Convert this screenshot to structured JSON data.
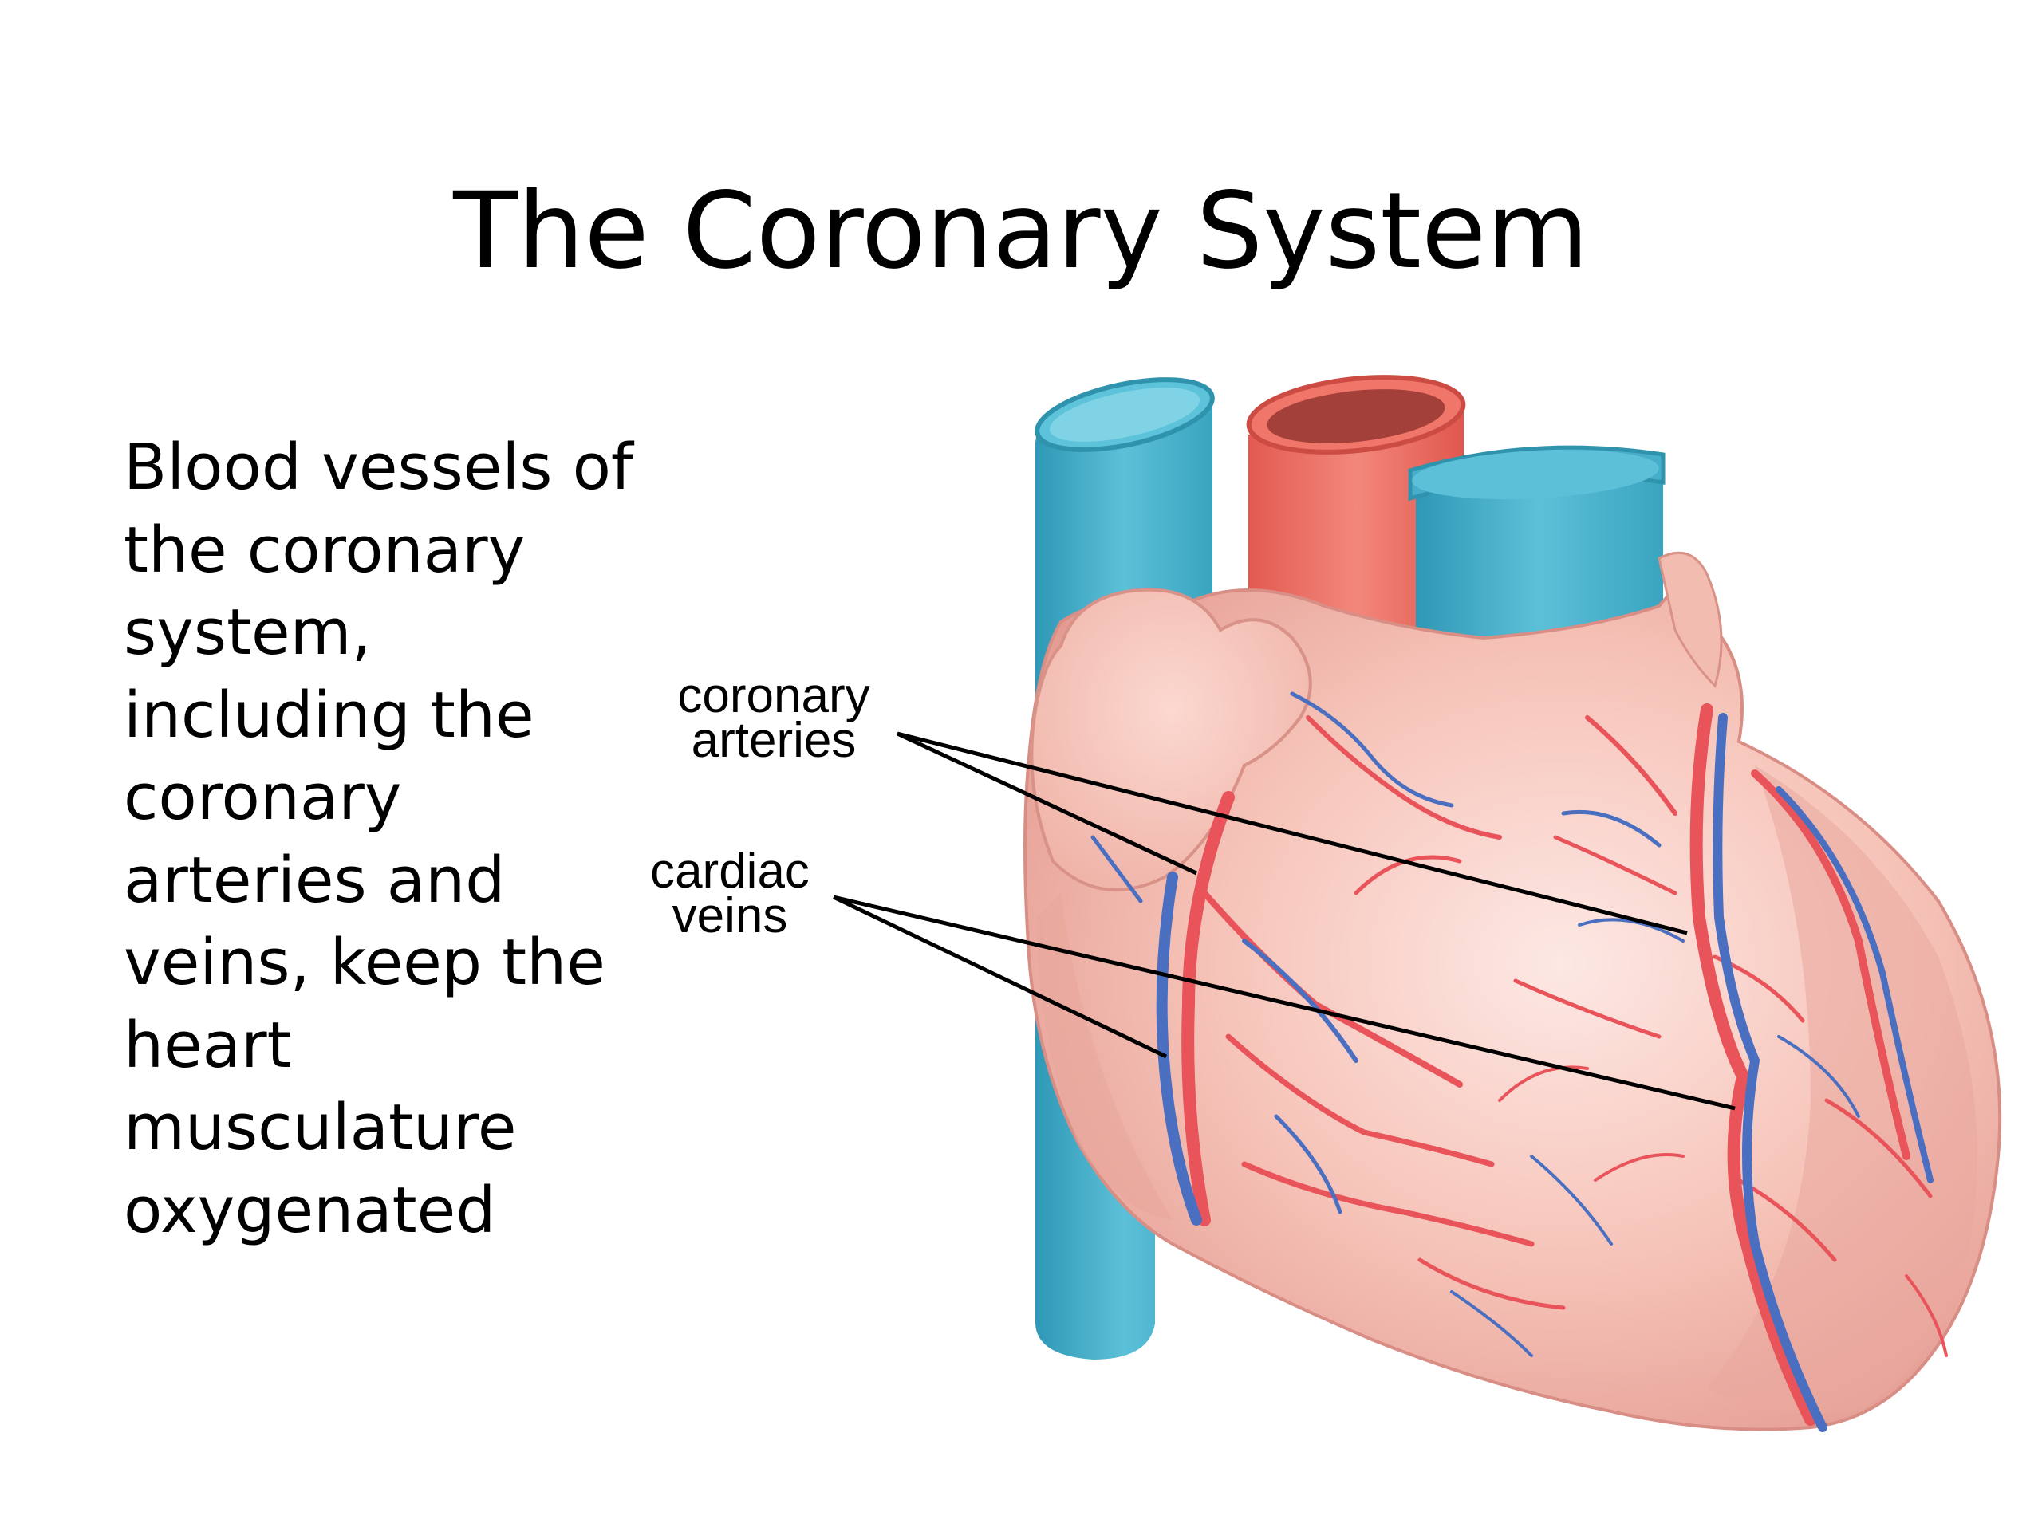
{
  "slide": {
    "title": "The Coronary System",
    "body_lines": [
      "Blood vessels of",
      "the coronary",
      "system,",
      "including the",
      "coronary",
      "arteries and",
      "veins, keep the",
      "heart",
      "musculature",
      "oxygenated"
    ]
  },
  "figure": {
    "labels": {
      "arteries": [
        "coronary",
        "arteries"
      ],
      "veins": [
        "cardiac",
        "veins"
      ]
    }
  },
  "colors": {
    "heart": "#f6c3b8",
    "heart_shadow": "#e9a59a",
    "artery": "#e8545a",
    "vein": "#4a6fc1",
    "aorta": "#ee6e62",
    "vena_cava": "#4bb2cc",
    "leader": "#000000"
  }
}
